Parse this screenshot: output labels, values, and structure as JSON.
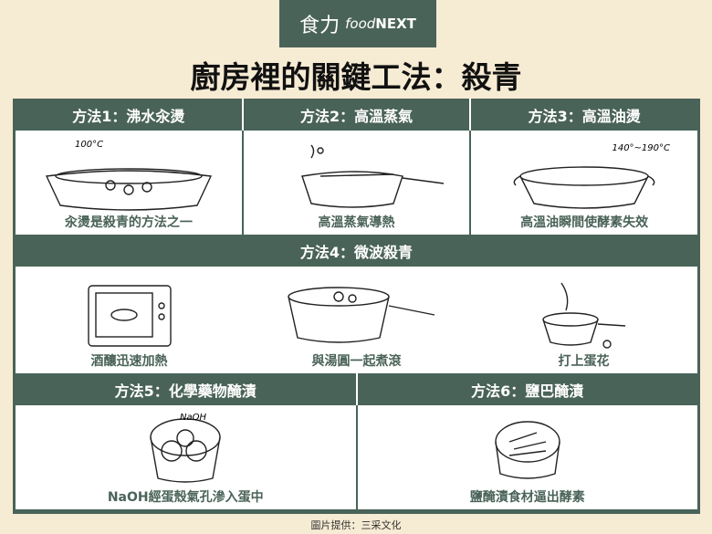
{
  "logo": {
    "zh": "食力",
    "en_prefix": "food",
    "en_suffix": "NEXT"
  },
  "title": "廚房裡的關鍵工法：殺青",
  "methods_row1": [
    {
      "header": "方法1：沸水汆燙",
      "caption": "汆燙是殺青的方法之一",
      "annotation": "100°C"
    },
    {
      "header": "方法2：高溫蒸氣",
      "caption": "高溫蒸氣導熱"
    },
    {
      "header": "方法3：高溫油燙",
      "caption": "高溫油瞬間使酵素失效",
      "annotation": "140°~190°C"
    }
  ],
  "method4": {
    "header": "方法4：微波殺青",
    "captions": [
      "酒釀迅速加熱",
      "與湯圓一起煮滾",
      "打上蛋花"
    ]
  },
  "methods_row3": [
    {
      "header": "方法5：化學藥物醃漬",
      "caption": "NaOH經蛋殼氣孔滲入蛋中",
      "annotation": "NaOH"
    },
    {
      "header": "方法6：鹽巴醃漬",
      "caption": "鹽醃漬食材逼出酵素"
    }
  ],
  "footer": "圖片提供：三采文化"
}
